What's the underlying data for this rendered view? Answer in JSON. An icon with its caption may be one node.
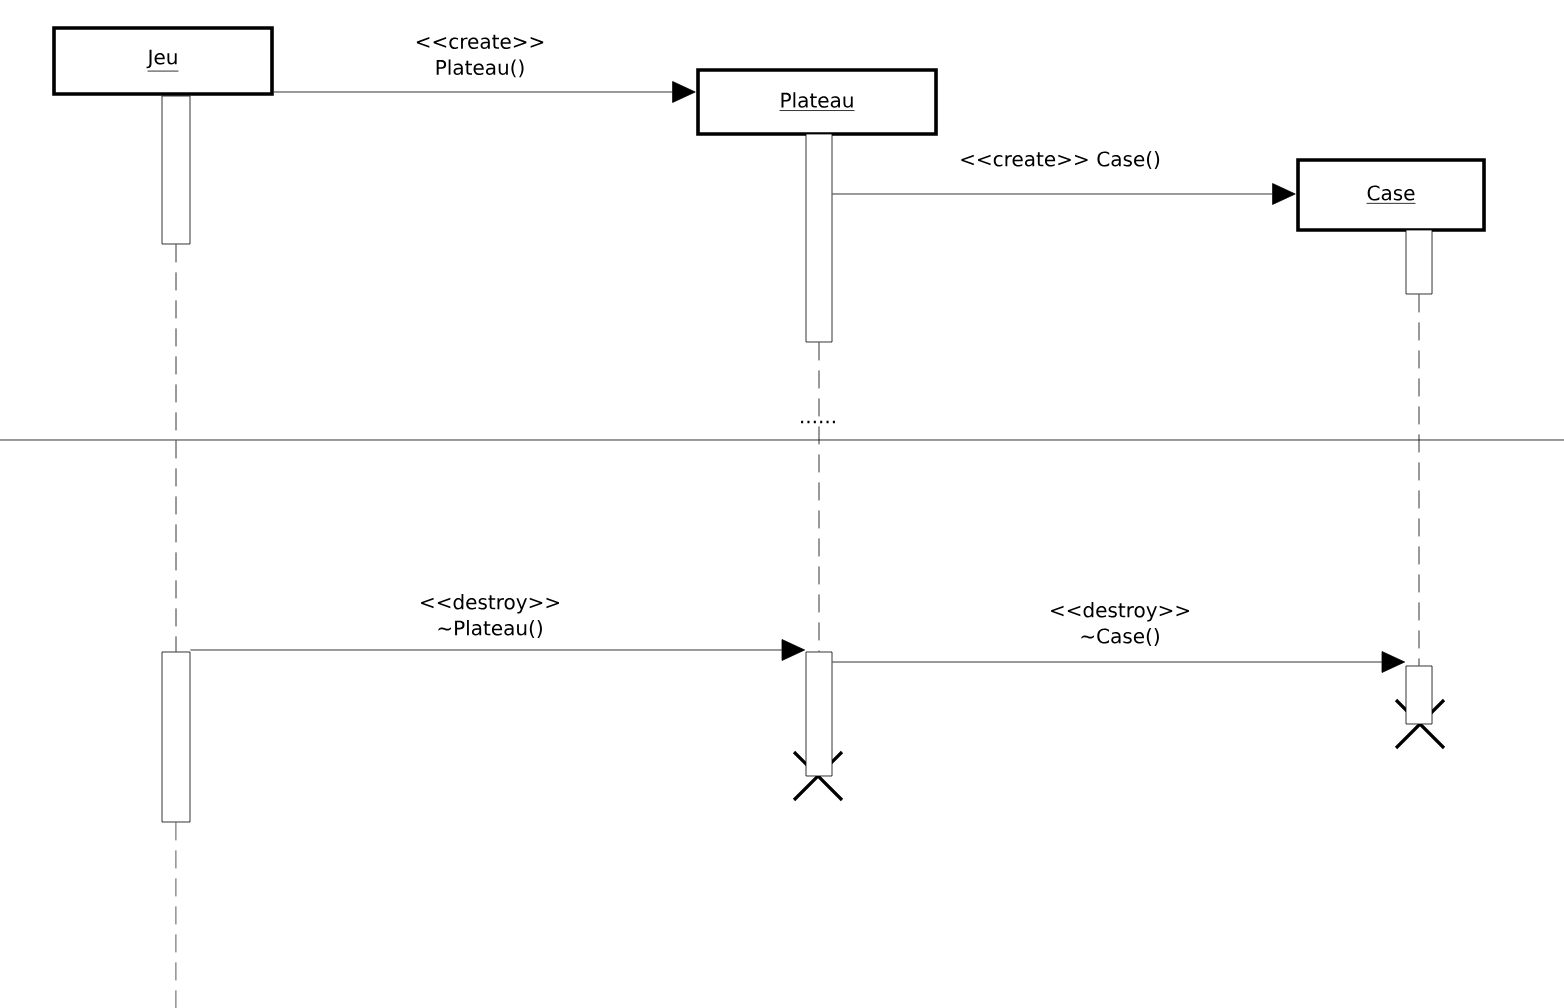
{
  "diagram": {
    "nodes": [
      {
        "text": [
          "Jeu"
        ]
      },
      {
        "text": [
          "Plateau"
        ]
      },
      {
        "text": [
          "Case"
        ]
      },
      {
        "text": [],
        "shape": "bar"
      },
      {
        "text": [],
        "shape": "bar"
      },
      {
        "text": [],
        "shape": "bar"
      },
      {
        "text": [],
        "shape": "bar"
      },
      {
        "text": [],
        "shape": "bar"
      },
      {
        "text": [],
        "shape": "bar"
      }
    ],
    "edges": [
      {
        "from": 0,
        "to": 1,
        "arrow": "to",
        "label": "<<create>> Plateau()"
      },
      {
        "from": 4,
        "to": 2,
        "arrow": "to",
        "label": "<<create>> Case()"
      },
      {
        "from": 6,
        "to": 7,
        "arrow": "to",
        "label": "<<destroy>> ~Plateau()"
      },
      {
        "from": 7,
        "to": 8,
        "arrow": "to",
        "label": "<<destroy>> ~Case()"
      },
      {
        "from": 3,
        "to": 6,
        "arrow": "none",
        "style": "dashed"
      },
      {
        "from": 4,
        "to": 7,
        "arrow": "none",
        "style": "dashed"
      },
      {
        "from": 5,
        "to": 8,
        "arrow": "none",
        "style": "dashed"
      },
      {
        "from": 6,
        "to": null,
        "arrow": "none",
        "style": "dashed"
      }
    ],
    "labels": [
      "......"
    ]
  }
}
